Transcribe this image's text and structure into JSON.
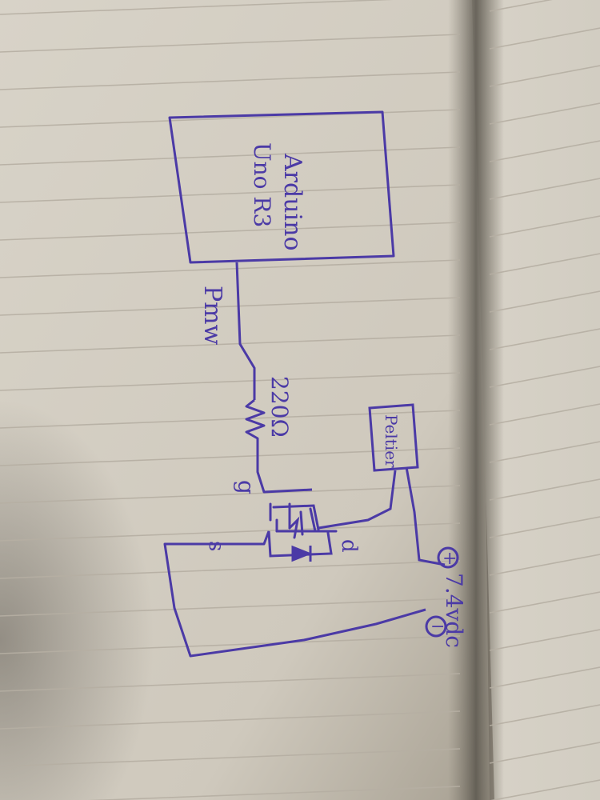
{
  "diagram": {
    "board": {
      "line1": "Arduino",
      "line2": "Uno R3"
    },
    "signal_label": "Pmw",
    "resistor_label": "220Ω",
    "gate_label": "g",
    "drain_label": "d",
    "source_label": "s",
    "load_label": "Peltier",
    "supply": {
      "plus": "+",
      "voltage": "7.4vdc",
      "minus": "−"
    }
  },
  "colors": {
    "ink": "#4b3aa6",
    "paper": "#d9d4c9",
    "ruling": "#b9b2a6"
  }
}
